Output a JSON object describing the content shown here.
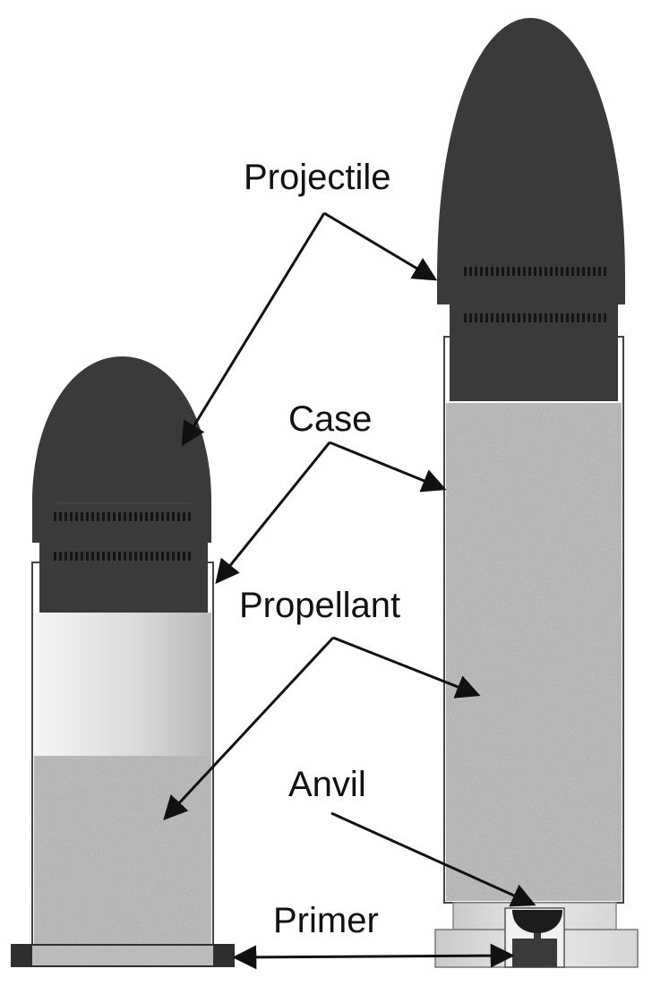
{
  "labels": {
    "projectile": "Projectile",
    "case": "Case",
    "propellant": "Propellant",
    "anvil": "Anvil",
    "primer": "Primer"
  },
  "colors": {
    "projectile": "#3a3a3a",
    "case_outline": "#444444",
    "air_gap_light": "#f2f2f2",
    "air_gap_dark": "#bdbdbd",
    "propellant_base": "#b8b8b8",
    "rim_dark": "#333333",
    "base_light": "#dddddd",
    "arrow": "#111111"
  }
}
